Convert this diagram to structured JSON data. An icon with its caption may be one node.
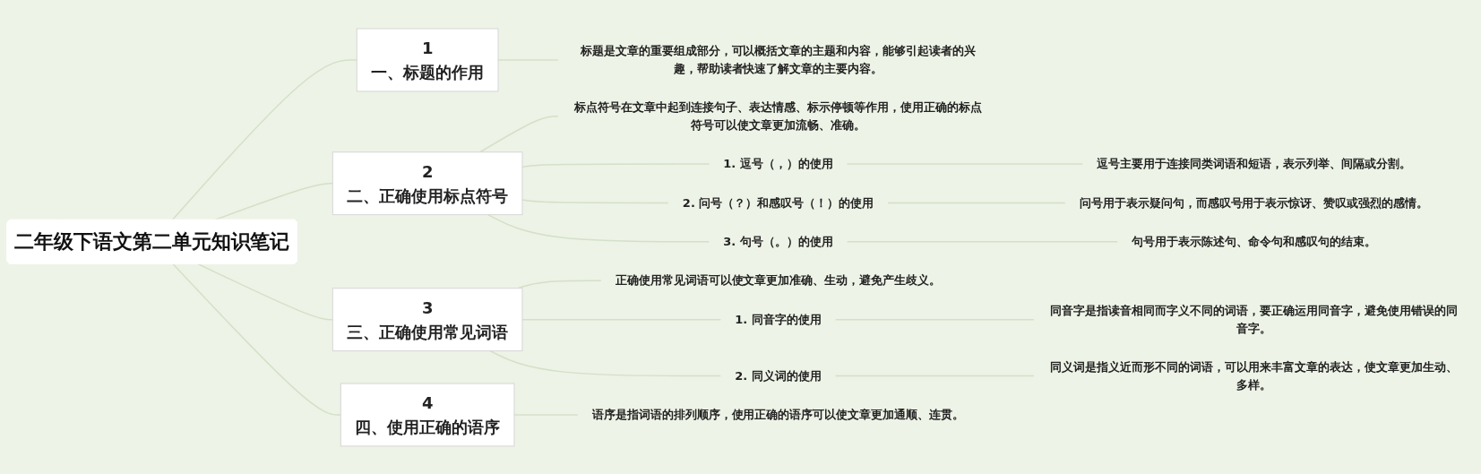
{
  "diagram": {
    "nodes": [
      {
        "text": [
          "二年级下语文第二单元知识笔记"
        ]
      },
      {
        "text": [
          "1",
          "一、标题的作用"
        ]
      },
      {
        "text": [
          "标题是文章的重要组成部分，可以概括文章的主题和内容，能够引起读者的兴趣，帮助读者快速了解文章的主要内容。"
        ]
      },
      {
        "text": [
          "2",
          "二、正确使用标点符号"
        ]
      },
      {
        "text": [
          "标点符号在文章中起到连接句子、表达情感、标示停顿等作用，使用正确的标点符号可以使文章更加流畅、准确。"
        ]
      },
      {
        "text": [
          "1. 逗号（，）的使用"
        ]
      },
      {
        "text": [
          "逗号主要用于连接同类词语和短语，表示列举、间隔或分割。"
        ]
      },
      {
        "text": [
          "2. 问号（？）和感叹号（！）的使用"
        ]
      },
      {
        "text": [
          "问号用于表示疑问句，而感叹号用于表示惊讶、赞叹或强烈的感情。"
        ]
      },
      {
        "text": [
          "3. 句号（。）的使用"
        ]
      },
      {
        "text": [
          "句号用于表示陈述句、命令句和感叹句的结束。"
        ]
      },
      {
        "text": [
          "3",
          "三、正确使用常见词语"
        ]
      },
      {
        "text": [
          "正确使用常见词语可以使文章更加准确、生动，避免产生歧义。"
        ]
      },
      {
        "text": [
          "1. 同音字的使用"
        ]
      },
      {
        "text": [
          "同音字是指读音相同而字义不同的词语，要正确运用同音字，避免使用错误的同音字。"
        ]
      },
      {
        "text": [
          "2. 同义词的使用"
        ]
      },
      {
        "text": [
          "同义词是指义近而形不同的词语，可以用来丰富文章的表达，使文章更加生动、多样。"
        ]
      },
      {
        "text": [
          "4",
          "四、使用正确的语序"
        ]
      },
      {
        "text": [
          "语序是指词语的排列顺序，使用正确的语序可以使文章更加通顺、连贯。"
        ]
      }
    ],
    "edges": [
      {
        "from": 0,
        "to": 1,
        "arrow": "none"
      },
      {
        "from": 1,
        "to": 2,
        "arrow": "none"
      },
      {
        "from": 0,
        "to": 3,
        "arrow": "none"
      },
      {
        "from": 3,
        "to": 4,
        "arrow": "none"
      },
      {
        "from": 3,
        "to": 5,
        "arrow": "none"
      },
      {
        "from": 5,
        "to": 6,
        "arrow": "none"
      },
      {
        "from": 3,
        "to": 7,
        "arrow": "none"
      },
      {
        "from": 7,
        "to": 8,
        "arrow": "none"
      },
      {
        "from": 3,
        "to": 9,
        "arrow": "none"
      },
      {
        "from": 9,
        "to": 10,
        "arrow": "none"
      },
      {
        "from": 0,
        "to": 11,
        "arrow": "none"
      },
      {
        "from": 11,
        "to": 12,
        "arrow": "none"
      },
      {
        "from": 11,
        "to": 13,
        "arrow": "none"
      },
      {
        "from": 13,
        "to": 14,
        "arrow": "none"
      },
      {
        "from": 11,
        "to": 15,
        "arrow": "none"
      },
      {
        "from": 15,
        "to": 16,
        "arrow": "none"
      },
      {
        "from": 0,
        "to": 17,
        "arrow": "none"
      },
      {
        "from": 17,
        "to": 18,
        "arrow": "none"
      }
    ]
  }
}
